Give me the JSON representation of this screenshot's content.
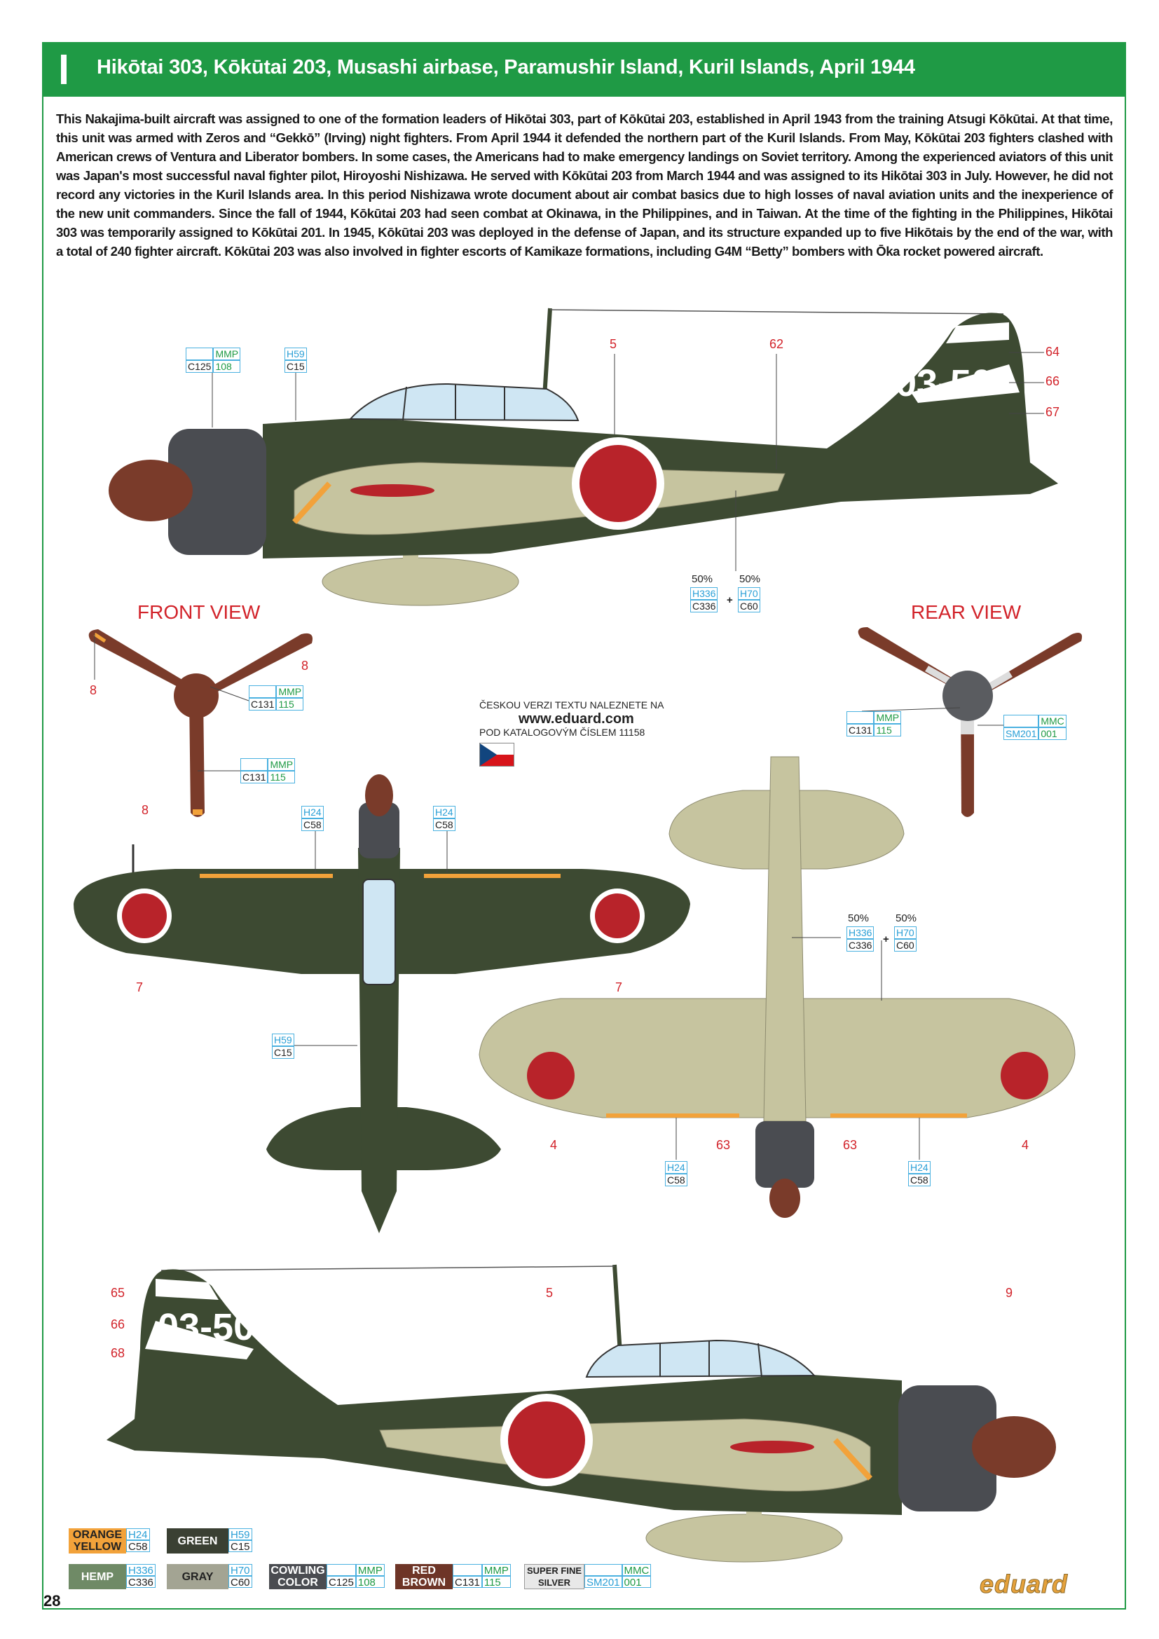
{
  "header": {
    "title": "Hikōtai 303, Kōkūtai 203, Musashi airbase, Paramushir Island, Kuril Islands, April 1944"
  },
  "description": "This Nakajima-built aircraft was assigned to one of the formation leaders of Hikōtai 303, part of Kōkūtai 203, established in April 1943 from the training Atsugi Kōkūtai. At that time, this unit was armed with Zeros and “Gekkō” (Irving) night fighters. From April 1944 it defended the northern part of the Kuril Islands. From May, Kōkūtai 203 fighters clashed with American crews of Ventura and Liberator bombers. In some cases, the Americans had to make emergency landings on Soviet territory. Among the experienced aviators of this unit was Japan's most successful naval fighter pilot, Hiroyoshi Nishizawa. He served with Kōkūtai 203 from March 1944 and was assigned to its Hikōtai 303 in July. However, he did not record any victories in the Kuril Islands area. In this period Nishizawa wrote document about air combat basics due to high losses of naval aviation units and the inexperience of the new unit commanders. Since the fall of 1944, Kōkūtai 203 had seen combat at Okinawa, in the Philippines, and in Taiwan. At the time of the fighting in the Philippines, Hikōtai 303 was temporarily assigned to Kōkūtai 201. In 1945, Kōkūtai 203 was deployed in the defense of Japan, and its structure expanded up to five Hikōtais by the end of the war, with a total of 240 fighter aircraft. Kōkūtai 203 was also involved in fighter escorts of Kamikaze formations, including G4M “Betty” bombers with Ōka rocket powered aircraft.",
  "tail_code": "03-50",
  "views": {
    "front": "FRONT VIEW",
    "rear": "REAR VIEW"
  },
  "czech_note": {
    "line1": "ČESKOU VERZI TEXTU NALEZNETE NA",
    "url": "www.eduard.com",
    "line3": "POD KATALOGOVÝM ČÍSLEM 11158"
  },
  "stencil_numbers": [
    "5",
    "62",
    "64",
    "66",
    "67",
    "8",
    "8",
    "8",
    "7",
    "7",
    "4",
    "63",
    "63",
    "4",
    "65",
    "66",
    "68",
    "5",
    "9"
  ],
  "paint_callouts": [
    {
      "top": [
        "",
        "MMP"
      ],
      "bottom": [
        "C125",
        "108"
      ]
    },
    {
      "top": [
        "H59"
      ],
      "bottom": [
        "C15"
      ]
    },
    {
      "top": [
        "",
        "MMP"
      ],
      "bottom": [
        "C131",
        "115"
      ]
    },
    {
      "top": [
        "",
        "MMP"
      ],
      "bottom": [
        "C131",
        "115"
      ]
    },
    {
      "top": [
        "H24"
      ],
      "bottom": [
        "C58"
      ]
    },
    {
      "top": [
        "H24"
      ],
      "bottom": [
        "C58"
      ]
    },
    {
      "top": [
        "H59"
      ],
      "bottom": [
        "C15"
      ]
    },
    {
      "top": [
        "H24"
      ],
      "bottom": [
        "C58"
      ]
    },
    {
      "top": [
        "H24"
      ],
      "bottom": [
        "C58"
      ]
    },
    {
      "top": [
        "",
        "MMP"
      ],
      "bottom": [
        "C131",
        "115"
      ]
    },
    {
      "top": [
        "",
        "MMC"
      ],
      "bottom": [
        "SM201",
        "001"
      ]
    }
  ],
  "mix_callouts": [
    {
      "pct": [
        "50%",
        "50%"
      ],
      "left": [
        "H336",
        "C336"
      ],
      "right": [
        "H70",
        "C60"
      ],
      "plus": "+"
    },
    {
      "pct": [
        "50%",
        "50%"
      ],
      "left": [
        "H336",
        "C336"
      ],
      "right": [
        "H70",
        "C60"
      ],
      "plus": "+"
    }
  ],
  "legend": [
    {
      "name": "ORANGE YELLOW",
      "color": "#f2a23a",
      "text_color": "#222222",
      "codes": [
        [
          "H24"
        ],
        [
          "C58"
        ]
      ]
    },
    {
      "name": "GREEN",
      "color": "#3a4033",
      "text_color": "#ffffff",
      "codes": [
        [
          "H59"
        ],
        [
          "C15"
        ]
      ]
    },
    {
      "name": "HEMP",
      "color": "#6f8a66",
      "text_color": "#ffffff",
      "codes": [
        [
          "H336"
        ],
        [
          "C336"
        ]
      ]
    },
    {
      "name": "GRAY",
      "color": "#a3a493",
      "text_color": "#222222",
      "codes": [
        [
          "H70"
        ],
        [
          "C60"
        ]
      ]
    },
    {
      "name": "COWLING COLOR",
      "color": "#4a4c51",
      "text_color": "#ffffff",
      "codes": [
        [
          "",
          "MMP"
        ],
        [
          "C125",
          "108"
        ]
      ]
    },
    {
      "name": "RED BROWN",
      "color": "#6e3527",
      "text_color": "#ffffff",
      "codes": [
        [
          "",
          "MMP"
        ],
        [
          "C131",
          "115"
        ]
      ]
    },
    {
      "name": "SUPER FINE SILVER",
      "color": "#e8e8e8",
      "text_color": "#222222",
      "codes": [
        [
          "",
          "MMC"
        ],
        [
          "SM201",
          "001"
        ]
      ]
    }
  ],
  "page_number": "28",
  "logo": "eduard",
  "colors": {
    "green_header": "#1f9a45",
    "aircraft_green": "#3d4a32",
    "underside": "#c6c49f",
    "hinomaru": "#b8232a",
    "prop": "#7a3b2a",
    "cowling": "#4a4c51"
  }
}
